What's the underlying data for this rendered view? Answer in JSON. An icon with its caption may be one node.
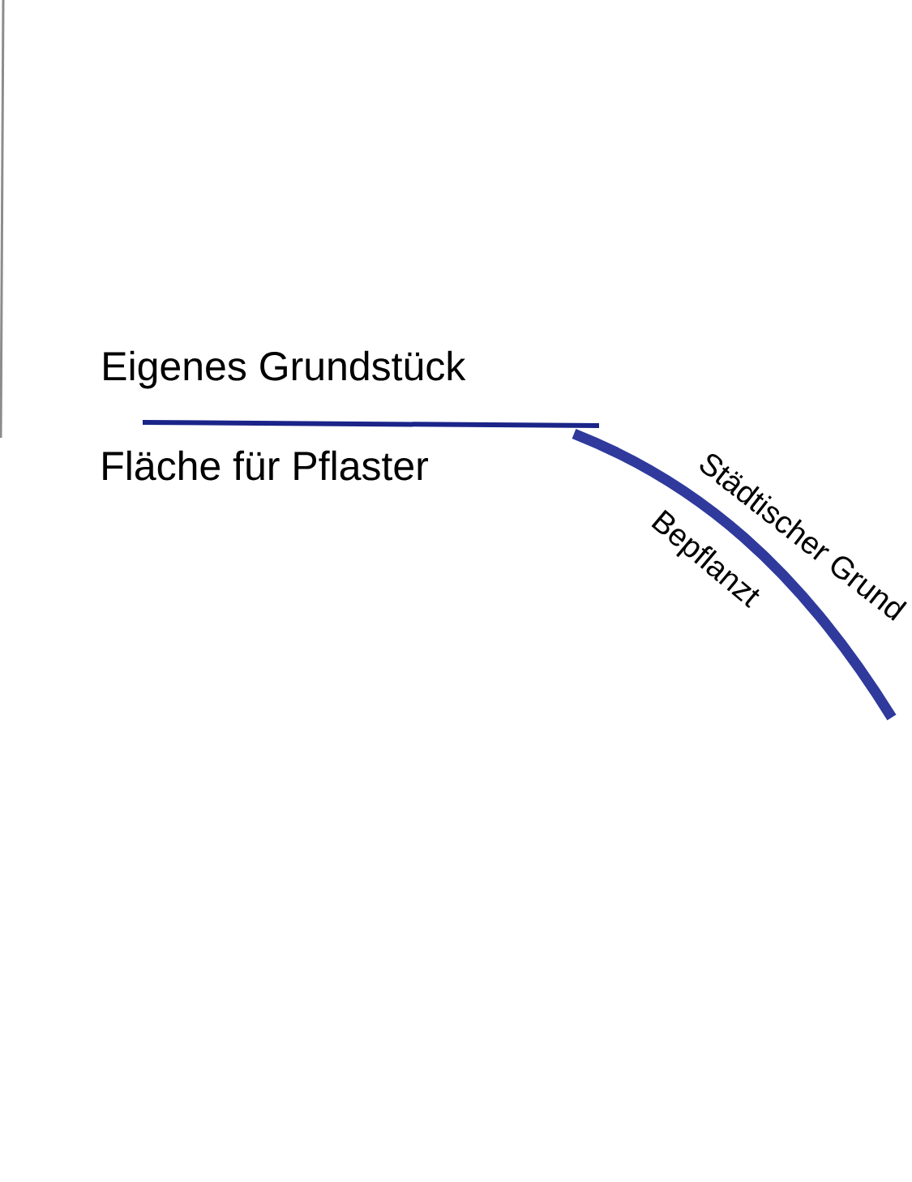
{
  "diagram": {
    "labels": [
      "Eigenes Grundstück",
      "Fläche für Pflaster",
      "Städtischer Grund",
      "Bepflanzt"
    ]
  }
}
